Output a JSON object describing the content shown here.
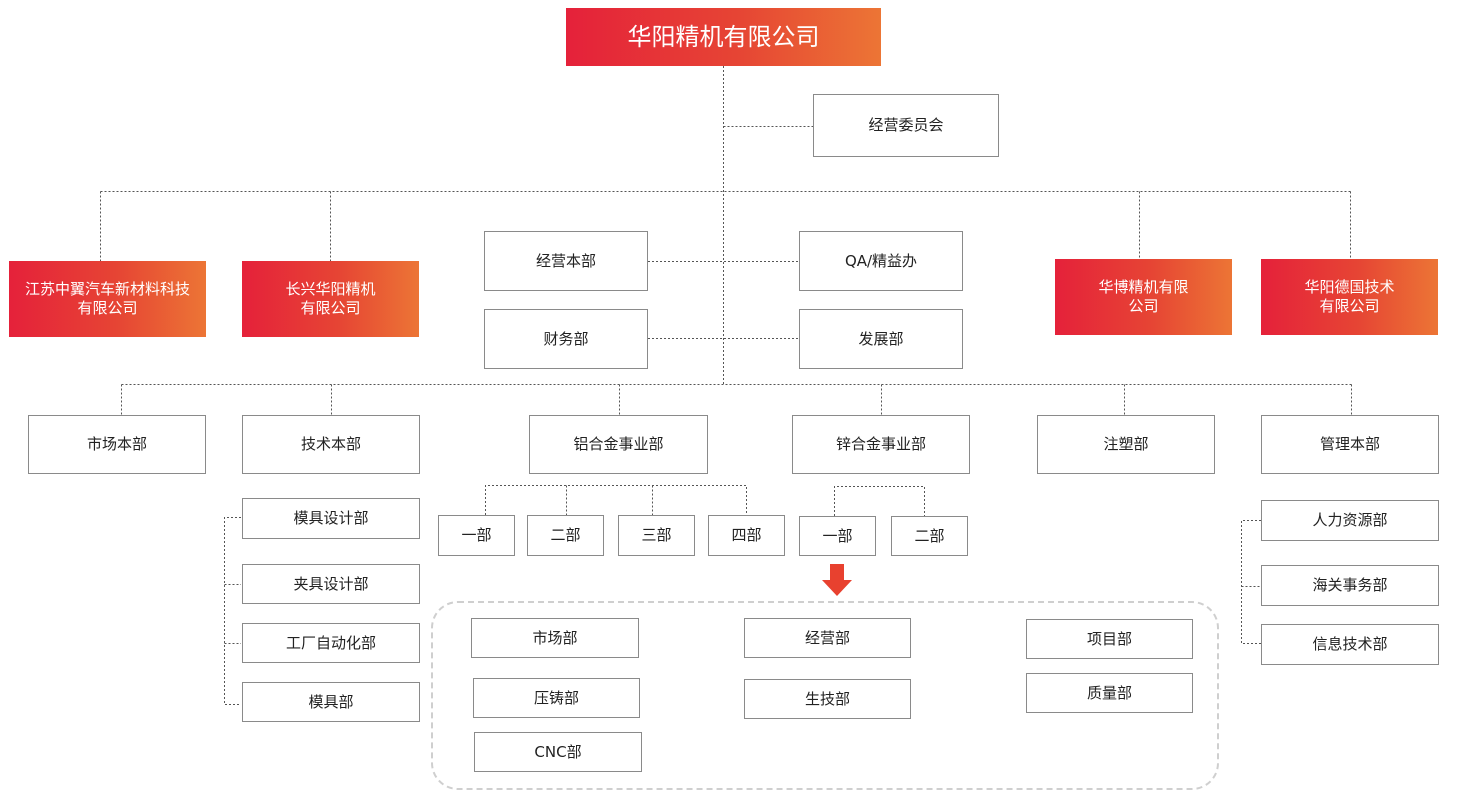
{
  "org": {
    "root": "华阳精机有限公司",
    "committee": "经营委员会",
    "subsidiaries": [
      "江苏中翼汽车新材料科技\n有限公司",
      "长兴华阳精机\n有限公司",
      "华博精机有限\n公司",
      "华阳德国技术\n有限公司"
    ],
    "staff": {
      "management_hq": "经营本部",
      "qa": "QA/精益办",
      "finance": "财务部",
      "development": "发展部"
    },
    "divisions": {
      "market_hq": "市场本部",
      "tech_hq": "技术本部",
      "aluminum": "铝合金事业部",
      "zinc": "锌合金事业部",
      "injection": "注塑部",
      "admin_hq": "管理本部"
    },
    "tech_depts": [
      "模具设计部",
      "夹具设计部",
      "工厂自动化部",
      "模具部"
    ],
    "aluminum_units": [
      "一部",
      "二部",
      "三部",
      "四部"
    ],
    "zinc_units": [
      "一部",
      "二部"
    ],
    "sub_depts": {
      "market": "市场部",
      "die_casting": "压铸部",
      "cnc": "CNC部",
      "operations": "经营部",
      "production_tech": "生技部",
      "project": "项目部",
      "quality": "质量部"
    },
    "admin_depts": [
      "人力资源部",
      "海关事务部",
      "信息技术部"
    ]
  },
  "colors": {
    "gradient_start": "#e5213a",
    "gradient_end": "#ec7535",
    "arrow": "#e8412f",
    "box_border": "#8a8a8a",
    "connector": "#555555",
    "group_border": "#cfcfcf"
  }
}
